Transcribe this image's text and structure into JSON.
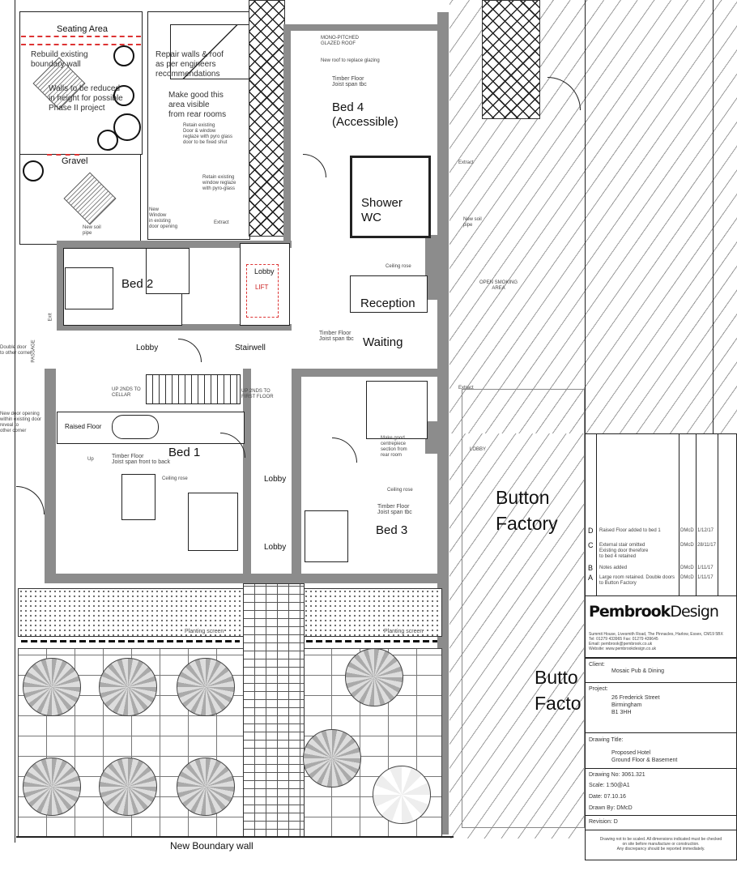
{
  "rooms": {
    "seating_area": "Seating Area",
    "gravel": "Gravel",
    "bed2": "Bed 2",
    "lobby_top": "Lobby",
    "stairwell": "Stairwell",
    "lift_lobby": "Lobby",
    "lift": "LIFT",
    "bed1": "Bed 1",
    "lobby_mid": "Lobby",
    "lobby_bottom": "Lobby",
    "bed3": "Bed 3",
    "bed4": "Bed 4\n(Accessible)",
    "shower_wc": "Shower\nWC",
    "reception": "Reception",
    "waiting": "Waiting",
    "button_factory": "Button\nFactory",
    "button_factory_cut": "Butto\nFacto",
    "open_smoking": "OPEN SMOKING\nAREA",
    "lobby_factory": "LOBBY",
    "raised_floor": "Raised Floor",
    "passage": "PASSAGE"
  },
  "notes": {
    "rebuild": "Rebuild existing\nboundary wall",
    "walls_reduced": "Walls to be reduced\nin height for possible\nPhase II project",
    "repair": "Repair walls & roof\nas per engineers\nrecommendations",
    "make_good": "Make good this\narea visible\nfrom rear rooms",
    "retain_door": "Retain existing\nDoor & window\nreglaze with pyro glass\ndoor to be fixed shut",
    "retain_window": "Retain existing\nwindow reglaze\nwith pyro-glass",
    "new_window": "New\nWindow\nin existing\ndoor opening",
    "new_soil": "New soil\npipe",
    "new_soil2": "New soil\npipe",
    "extract1": "Extract",
    "extract2": "Extract",
    "extract3": "Extract",
    "mono_roof": "MONO-PITCHED\nGLAZED ROOF",
    "new_roof": "New roof to replace glazing",
    "timber_bed4": "Timber Floor\nJoist span tbc",
    "timber_waiting": "Timber Floor\nJoist span tbc",
    "timber_bed1": "Timber Floor\nJoist span front to back",
    "timber_bed3": "Timber Floor\nJoist span tbc",
    "ceiling_rose1": "Ceiling rose",
    "ceiling_rose2": "Ceiling rose",
    "ceiling_rose3": "Ceiling rose",
    "make_good_section": "Make good\ncentrepiece\nsection from\nrear room",
    "planting_screen1": "Planting screen",
    "planting_screen2": "Planting screen",
    "new_boundary": "New Boundary wall",
    "up_cellar": "UP 2NDS TO\nCELLAR",
    "up_first": "UP 2NDS TO\nFIRST FLOOR",
    "new_door": "New door opening\nwithin existing door\nreveal to\nother corner",
    "new_door2": "Double door\nto other corner",
    "up": "Up",
    "exit": "Exit"
  },
  "title_block": {
    "revisions": [
      {
        "rev": "D",
        "desc": "Raised Floor added to bed 1",
        "by": "DMcD",
        "date": "1/12/17"
      },
      {
        "rev": "C",
        "desc": "External stair omitted\nExisting door therefore\nto bed 4 retained",
        "by": "DMcD",
        "date": "28/11/17"
      },
      {
        "rev": "B",
        "desc": "Notes added",
        "by": "DMcD",
        "date": "1/11/17"
      },
      {
        "rev": "A",
        "desc": "Large room retained. Double doors\nto Button Factory",
        "by": "DMcD",
        "date": "1/11/17"
      }
    ],
    "logo_bold": "Pembrook",
    "logo_light": "Design",
    "address": "Summit House, Livesmith Road, The Pinnacles, Harlow, Essex, CM19 5BX\nTel: 01279 433965  Fax: 01279 439645\nEmail: pembrook@pembrook.co.uk\nWebsite: www.pembrookdesign.co.uk",
    "client_label": "Client:",
    "client": "Mosaic Pub & Dining",
    "project_label": "Project:",
    "project": "26 Frederick Street\nBirmingham\nB1 3HH",
    "drawing_title_label": "Drawing Title:",
    "drawing_title": "Proposed Hotel\nGround Floor & Basement",
    "drawing_no": "Drawing No: 3061.321",
    "scale": "Scale: 1:50@A1",
    "date": "Date: 07.10.16",
    "drawn_by": "Drawn By: DMcD",
    "revision": "Revision: D",
    "disclaimer": "Drawing not to be scaled. All dimensions indicated must be checked\non site before manufacture or construction.\nAny discrepancy should be reported immediately."
  }
}
